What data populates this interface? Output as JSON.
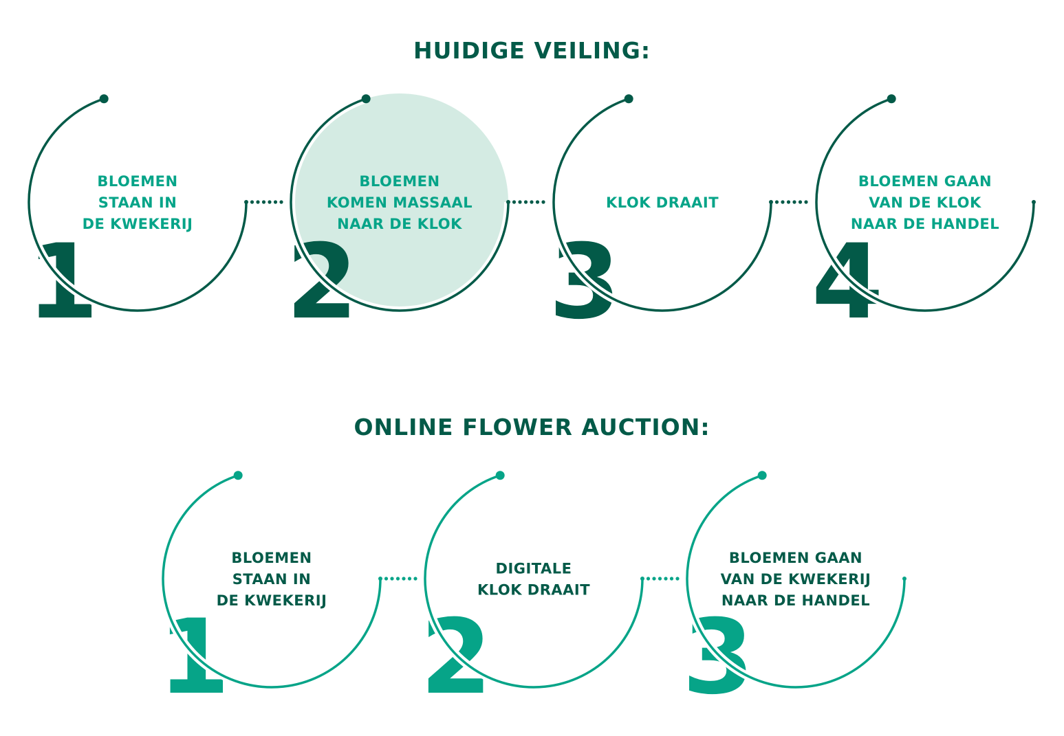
{
  "colors": {
    "dark": "#035a48",
    "accent": "#06a488",
    "highlight_fill": "#d4ebe3"
  },
  "sections": [
    {
      "title": "HUIDIGE VEILING:",
      "steps": [
        {
          "number": "1",
          "lines": [
            "BLOEMEN",
            "STAAN IN",
            "DE KWEKERIJ"
          ],
          "highlighted": false
        },
        {
          "number": "2",
          "lines": [
            "BLOEMEN",
            "KOMEN MASSAAL",
            "NAAR DE KLOK"
          ],
          "highlighted": true
        },
        {
          "number": "3",
          "lines": [
            "KLOK DRAAIT"
          ],
          "highlighted": false
        },
        {
          "number": "4",
          "lines": [
            "BLOEMEN GAAN",
            "VAN DE KLOK",
            "NAAR DE HANDEL"
          ],
          "highlighted": false
        }
      ]
    },
    {
      "title": "ONLINE FLOWER AUCTION:",
      "steps": [
        {
          "number": "1",
          "lines": [
            "BLOEMEN",
            "STAAN IN",
            "DE KWEKERIJ"
          ],
          "highlighted": false
        },
        {
          "number": "2",
          "lines": [
            "DIGITALE",
            "KLOK DRAAIT"
          ],
          "highlighted": false
        },
        {
          "number": "3",
          "lines": [
            "BLOEMEN GAAN",
            "VAN DE KWEKERIJ",
            "NAAR DE HANDEL"
          ],
          "highlighted": false
        }
      ]
    }
  ]
}
